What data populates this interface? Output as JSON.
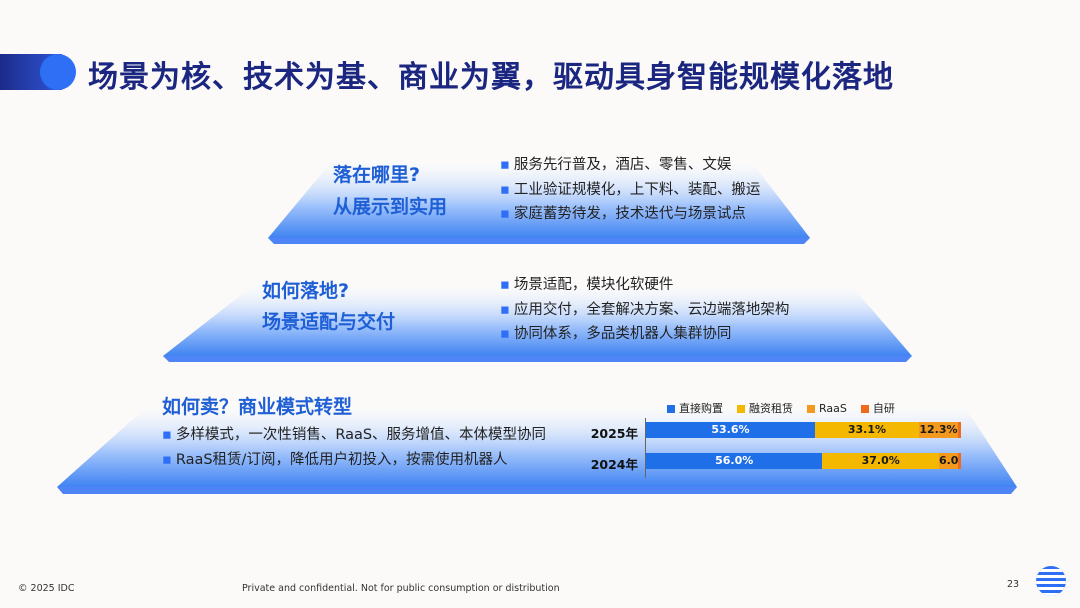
{
  "title": "场景为核、技术为基、商业为翼，驱动具身智能规模化落地",
  "tier1": {
    "question": "落在哪里?",
    "subtitle": "从展示到实用",
    "bullets": [
      "服务先行普及，酒店、零售、文娱",
      "工业验证规模化，上下料、装配、搬运",
      "家庭蓄势待发，技术迭代与场景试点"
    ]
  },
  "tier2": {
    "question": "如何落地?",
    "subtitle": "场景适配与交付",
    "bullets": [
      "场景适配，模块化软硬件",
      "应用交付，全套解决方案、云边端落地架构",
      "协同体系，多品类机器人集群协同"
    ]
  },
  "tier3": {
    "title": "如何卖？商业模式转型",
    "bullets": [
      "多样模式，一次性销售、RaaS、服务增值、本体模型协同",
      "RaaS租赁/订阅，降低用户初投入，按需使用机器人"
    ]
  },
  "chart_data": {
    "type": "bar",
    "orientation": "horizontal",
    "stacked": true,
    "categories": [
      "2025年",
      "2024年"
    ],
    "series": [
      {
        "name": "直接购置",
        "color": "#1f6fe8",
        "values": [
          53.6,
          56.0
        ],
        "labels": [
          "53.6%",
          "56.0%"
        ]
      },
      {
        "name": "融资租赁",
        "color": "#f5b800",
        "values": [
          33.1,
          37.0
        ],
        "labels": [
          "33.1%",
          "37.0%"
        ]
      },
      {
        "name": "RaaS",
        "color": "#f39a1e",
        "values": [
          12.3,
          6.0
        ],
        "labels": [
          "12.3%",
          "6.0%"
        ]
      },
      {
        "name": "自研",
        "color": "#ef6a1a",
        "values": [
          1.0,
          1.0
        ],
        "labels": [
          "",
          ""
        ]
      }
    ],
    "legend_position": "top"
  },
  "footer": {
    "copyright": "© 2025 IDC",
    "notice": "Private and confidential. Not for public consumption or distribution",
    "page": "23"
  }
}
